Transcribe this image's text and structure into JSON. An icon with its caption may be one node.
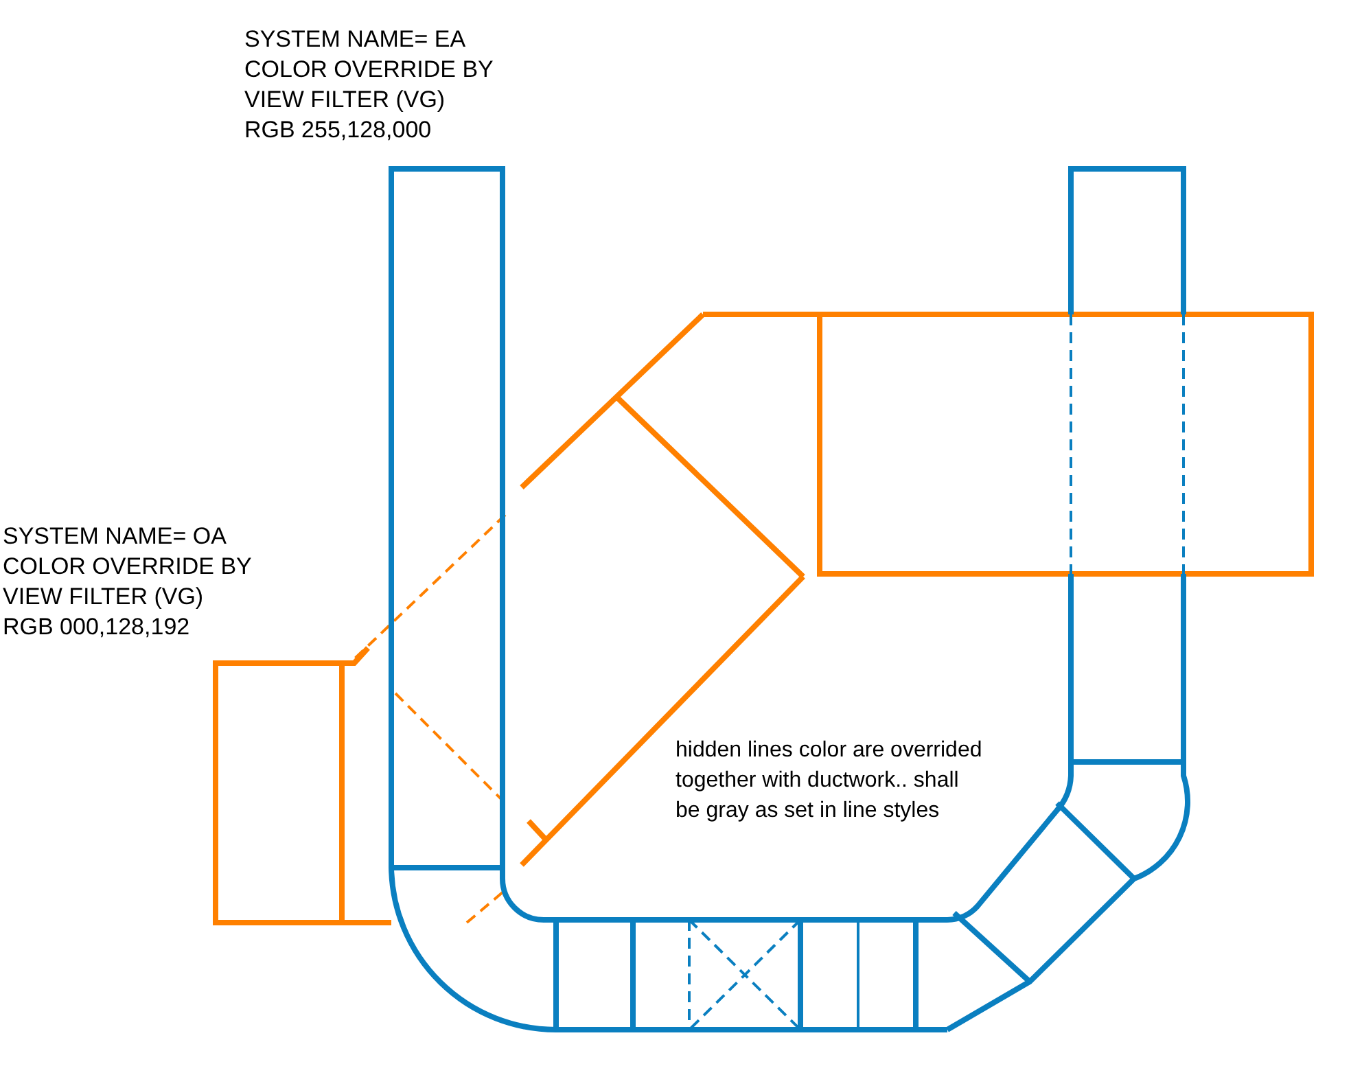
{
  "diagram": {
    "labels": [
      "SYSTEM NAME= EA COLOR OVERRIDE BY VIEW FILTER (VG) RGB 255,128,000",
      "SYSTEM NAME= OA COLOR OVERRIDE BY VIEW FILTER (VG) RGB 000,128,192",
      "hidden lines color are overrided together with ductwork.. shall be gray as set in line styles"
    ]
  }
}
